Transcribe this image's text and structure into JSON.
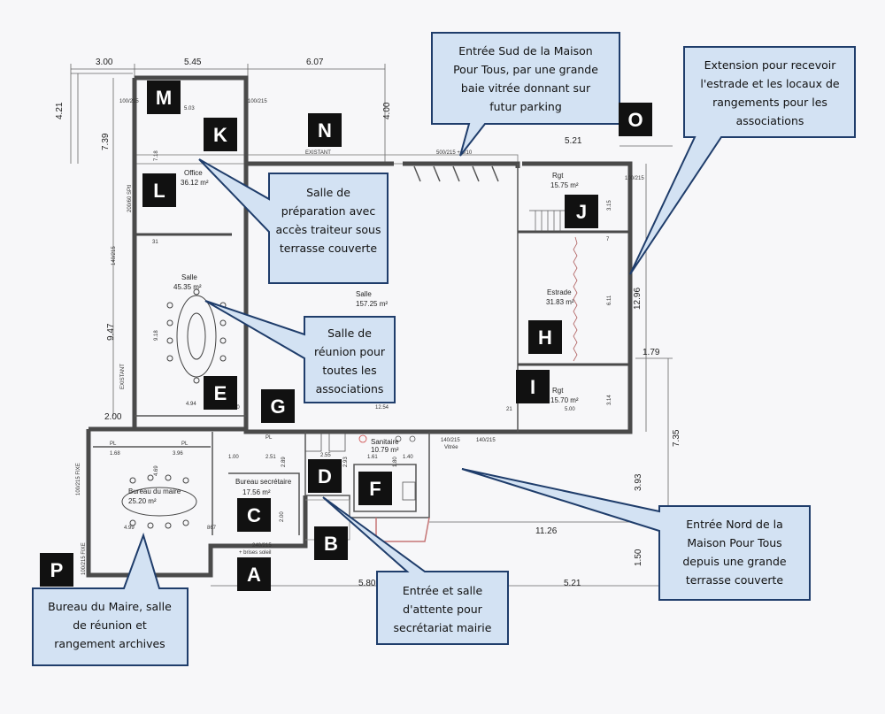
{
  "dimensions": {
    "top": [
      "3.00",
      "5.45",
      "6.07"
    ],
    "left_top": "4.21",
    "left_mid": "7.39",
    "left_room": "9.47",
    "right_total": "12.96",
    "right_1": "1.79",
    "right_2": "7.35",
    "right_3": "3.93",
    "right_4": "1.50",
    "bottom_1": "5.80",
    "bottom_2": "5.21",
    "mid_long": "11.26",
    "top_right": "5.21",
    "inner_400": "4.00",
    "inner_503": "5.03",
    "inner_200": "2.00",
    "inner_494": "4.94",
    "inner_918": "9.18",
    "inner_611": "6.11",
    "inner_315": "3.15",
    "inner_314": "3.14",
    "inner_499": "4.99",
    "inner_396": "3.96",
    "inner_168": "1.68",
    "inner_469": "4.69",
    "inner_251": "2.51",
    "inner_255": "2.55",
    "inner_161": "1.61",
    "inner_140": "1.40",
    "inner_500": "5.00",
    "inner_100": "1.00",
    "inner_289": "2.89",
    "inner_293": "2.93",
    "inner_180": "1.80",
    "inner_718": "7.18",
    "inner_1254": "12.54"
  },
  "labels": {
    "existant_top": "EXISTANT",
    "existant_left": "EXISTANT",
    "porte_top": "500/215 + 5/10",
    "door_100_215_a": "100/215",
    "door_100_215_b": "100/215",
    "door_100_215_c": "100/215",
    "door_140_215_a": "140/215",
    "door_140_215_b": "140/215",
    "vitree": "Vitrée",
    "pl": "PL",
    "fixe_1": "100/215 FIXE",
    "fixe_2": "100/215 FIXE",
    "brises_soleil": "+ brises soleil",
    "door_240_215": "240/215",
    "door_140_215_left": "140/215",
    "door_200_60": "200/60 SPtI",
    "num_867": "867",
    "num_21": "21",
    "num_31": "31",
    "num_20": "20",
    "num_7": "7"
  },
  "rooms": {
    "office": {
      "name": "Office",
      "area": "36.12 m²"
    },
    "salle_reunion": {
      "name": "Salle",
      "area": "45.35 m²"
    },
    "salle_main": {
      "name": "Salle",
      "area": "157.25 m²"
    },
    "rgt_top": {
      "name": "Rgt",
      "area": "15.75 m²"
    },
    "estrade": {
      "name": "Estrade",
      "area": "31.83 m²"
    },
    "rgt_bottom": {
      "name": "Rgt",
      "area": "15.70 m²"
    },
    "sanitaire": {
      "name": "Sanitaire",
      "area": "10.79 m²"
    },
    "bureau_maire": {
      "name": "Bureau du maire",
      "area": "25.20 m²"
    },
    "bureau_secretaire": {
      "name": "Bureau secrétaire",
      "area": "17.56 m²"
    }
  },
  "tags": [
    "M",
    "K",
    "N",
    "O",
    "L",
    "J",
    "H",
    "I",
    "E",
    "G",
    "D",
    "F",
    "C",
    "B",
    "A",
    "P"
  ],
  "callouts": {
    "entree_sud": [
      "Entrée Sud de la Maison",
      "Pour Tous, par une grande",
      "baie vitrée donnant sur",
      "futur parking"
    ],
    "extension": [
      "Extension pour recevoir",
      "l'estrade et les locaux de",
      "rangements pour les",
      "associations"
    ],
    "preparation": [
      "Salle de",
      "préparation avec",
      "accès traiteur sous",
      "terrasse couverte"
    ],
    "reunion": [
      "Salle de",
      "réunion pour",
      "toutes les",
      "associations"
    ],
    "entree_nord": [
      "Entrée Nord de la",
      "Maison Pour Tous",
      "depuis une grande",
      "terrasse couverte"
    ],
    "entree_attente": [
      "Entrée et salle",
      "d'attente pour",
      "secrétariat mairie"
    ],
    "bureau_maire": [
      "Bureau du Maire, salle",
      "de réunion et",
      "rangement archives"
    ]
  },
  "colors": {
    "callout_fill": "#d3e2f3",
    "callout_stroke": "#1f3d6b",
    "wall": "#4a4a4a",
    "tag": "#111111"
  }
}
